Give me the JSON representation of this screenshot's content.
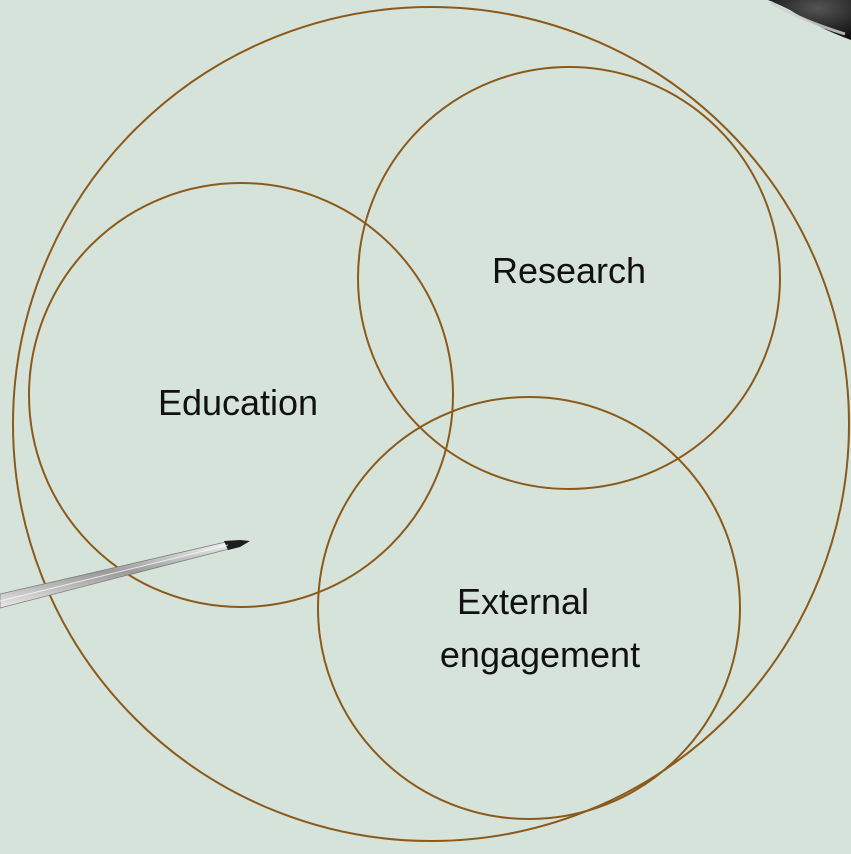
{
  "diagram": {
    "background_color": "#d6e3da",
    "stroke_color": "#8b5a1b",
    "outer_circle": {
      "label": ""
    },
    "circles": {
      "education": {
        "label": "Education"
      },
      "research": {
        "label": "Research"
      },
      "external": {
        "label_line1": "External",
        "label_line2": "engagement"
      }
    },
    "pointer": {
      "icon": "pen-pointer-icon"
    },
    "corner_object": {
      "icon": "dark-object-icon"
    }
  }
}
